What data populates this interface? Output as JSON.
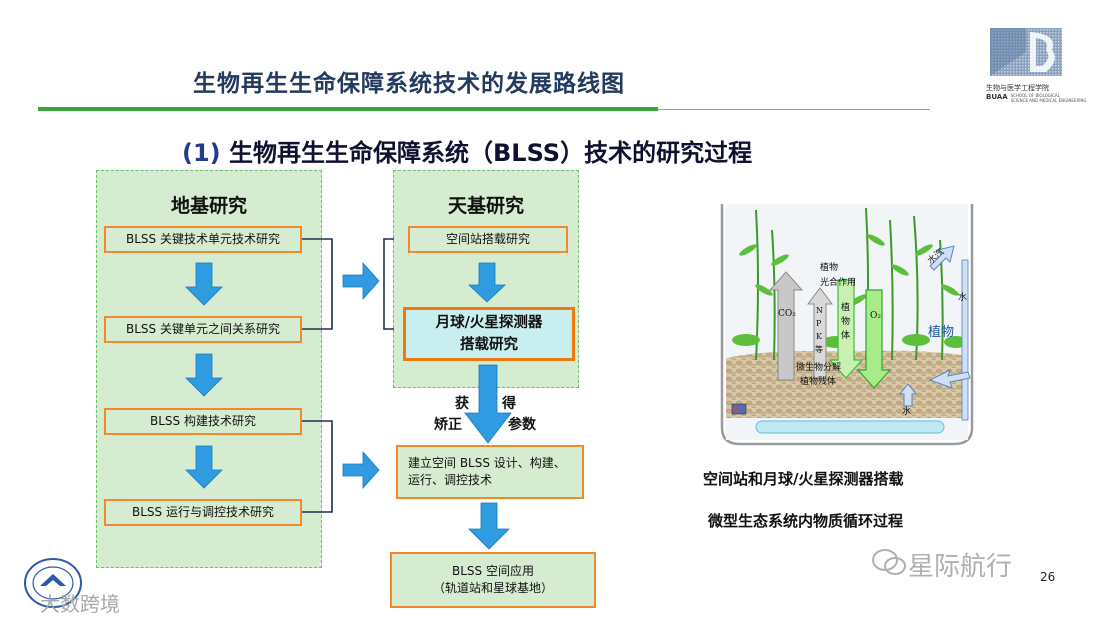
{
  "header": {
    "title": "生物再生生命保障系统技术的发展路线图",
    "logo": {
      "cn": "生物与医学工程学院",
      "abbr": "BUAA",
      "en1": "SCHOOL OF BIOLOGICAL",
      "en2": "SCIENCE AND MEDICAL ENGINEERING"
    }
  },
  "subtitle": {
    "number": "(1)",
    "text": "生物再生生命保障系统（BLSS）技术的研究过程"
  },
  "ground": {
    "title": "地基研究",
    "items": [
      "BLSS 关键技术单元技术研究",
      "BLSS 关键单元之间关系研究",
      "BLSS 构建技术研究",
      "BLSS 运行与调控技术研究"
    ]
  },
  "space": {
    "title": "天基研究",
    "item1": "空间站搭载研究",
    "item2_line1": "月球/火星探测器",
    "item2_line2": "搭载研究"
  },
  "arrow_labels": {
    "huo": "获",
    "de": "得",
    "jiao_zheng": "矫正",
    "can_shu": "参数"
  },
  "merge_box": {
    "line1": "建立空间 BLSS 设计、构建、",
    "line2": "运行、调控技术"
  },
  "final_box": {
    "line1": "BLSS 空间应用",
    "line2": "（轨道站和星球基地）"
  },
  "illustration": {
    "co2": "CO₂",
    "o2": "O₂",
    "plant_photo1": "植物",
    "plant_photo2": "光合作用",
    "npk": [
      "N",
      "P",
      "K",
      "等"
    ],
    "plant_body": [
      "植",
      "物",
      "体"
    ],
    "microbe1": "微生物分解",
    "microbe2": "植物残体",
    "water_side": "水",
    "water_vapor": "水汽",
    "plant_label": "植物",
    "water_bottom": "水"
  },
  "caption": {
    "line1": "空间站和月球/火星探测器搭载",
    "line2": "微型生态系统内物质循环过程"
  },
  "watermark": {
    "right": "星际航行",
    "left": "大数跨境"
  },
  "page_number": "26",
  "colors": {
    "title": "#243a5e",
    "green_rule": "#3aa53a",
    "panel": "#d6ecd0",
    "box_border": "#f08a2a",
    "arrow": "#2f9be0",
    "highlight": "#c8eef0"
  }
}
